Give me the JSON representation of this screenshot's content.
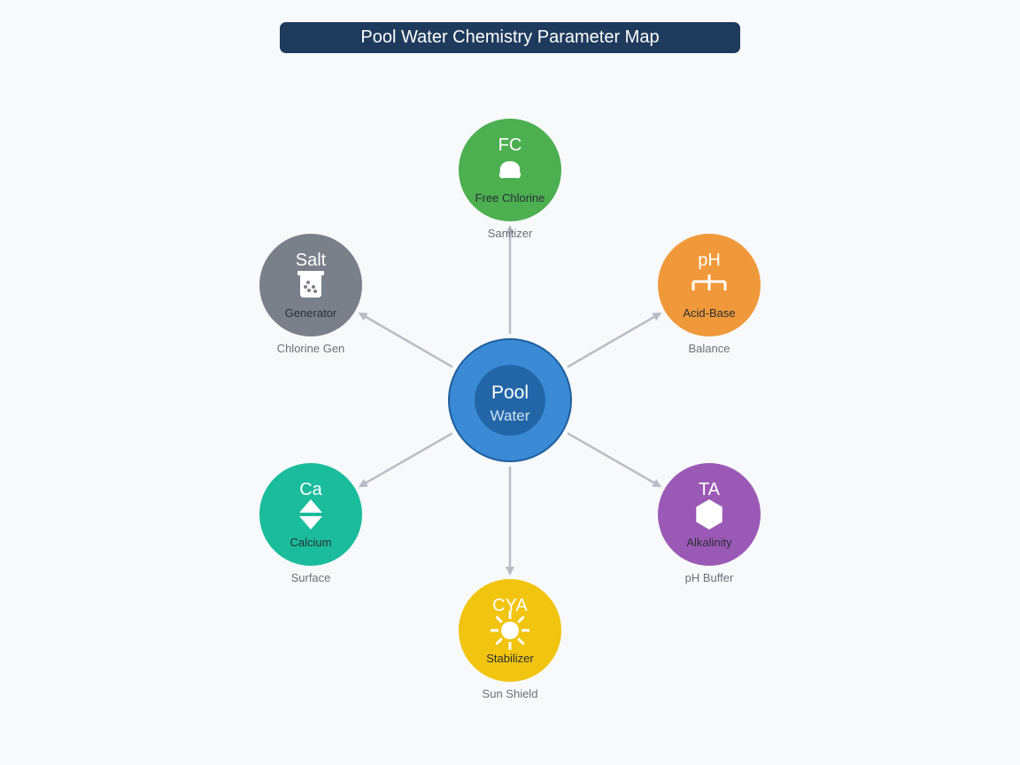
{
  "title": "Pool Water Chemistry Parameter Map",
  "hub": {
    "title": "Pool",
    "subtitle": "Water",
    "outer_color": "#3a8ad6",
    "inner_color": "#2366a8",
    "border_color": "#1f5f9e"
  },
  "edge_color": "#b8bcc6",
  "nodes": [
    {
      "id": "fc",
      "abbr": "FC",
      "label": "Free Chlorine",
      "sub": "Sanitizer",
      "color": "#4caf50",
      "icon": "droplet-icon"
    },
    {
      "id": "ph",
      "abbr": "pH",
      "label": "Acid-Base",
      "sub": "Balance",
      "color": "#f0993a",
      "icon": "balance-scale-icon"
    },
    {
      "id": "ta",
      "abbr": "TA",
      "label": "Alkalinity",
      "sub": "pH Buffer",
      "color": "#9b59b6",
      "icon": "hexagon-icon"
    },
    {
      "id": "cya",
      "abbr": "CYA",
      "label": "Stabilizer",
      "sub": "Sun Shield",
      "color": "#f1c40f",
      "icon": "sun-icon"
    },
    {
      "id": "ca",
      "abbr": "Ca",
      "label": "Calcium",
      "sub": "Surface",
      "color": "#1abc9c",
      "icon": "diamond-icon"
    },
    {
      "id": "salt",
      "abbr": "Salt",
      "label": "Generator",
      "sub": "Chlorine Gen",
      "color": "#7a8089",
      "icon": "beaker-icon"
    }
  ]
}
